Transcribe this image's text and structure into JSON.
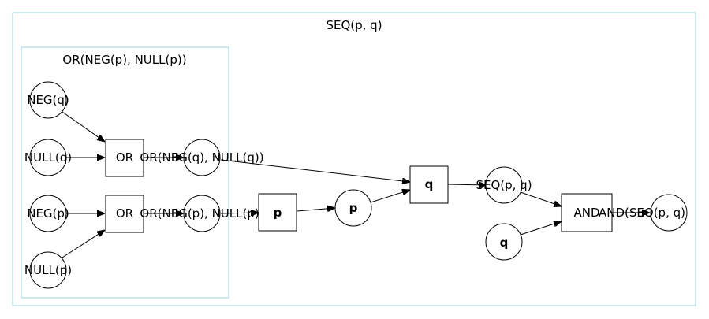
{
  "clusters": {
    "outer_label": "SEQ(p, q)",
    "inner_label": "OR(NEG(p), NULL(p))"
  },
  "nodes": {
    "neg_q": "NEG(q)",
    "null_q": "NULL(q)",
    "neg_p": "NEG(p)",
    "null_p": "NULL(p)",
    "or_q_box": "OR",
    "or_q_circle": "OR(NEG(q), NULL(q))",
    "or_p_box": "OR",
    "or_p_circle": "OR(NEG(p), NULL(p))",
    "p_box": "p",
    "p_circle": "p",
    "q_box": "q",
    "seq_circle": "SEQ(p, q)",
    "q_circle": "q",
    "and_box": "AND",
    "and_seq_circle": "AND(SEQ(p, q)"
  }
}
